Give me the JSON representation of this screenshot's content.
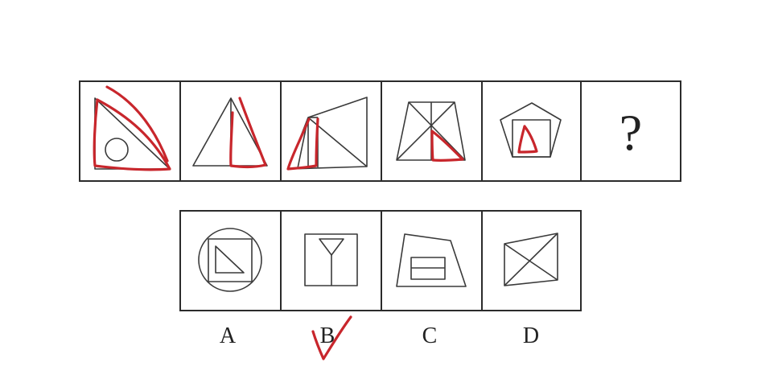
{
  "puzzle": {
    "question_mark": "?",
    "options": [
      {
        "label": "A"
      },
      {
        "label": "B"
      },
      {
        "label": "C"
      },
      {
        "label": "D"
      }
    ],
    "answer_mark": "check-mark"
  },
  "colors": {
    "line": "#3a3a3a",
    "border": "#2b2b2b",
    "annotation": "#c8262c"
  }
}
